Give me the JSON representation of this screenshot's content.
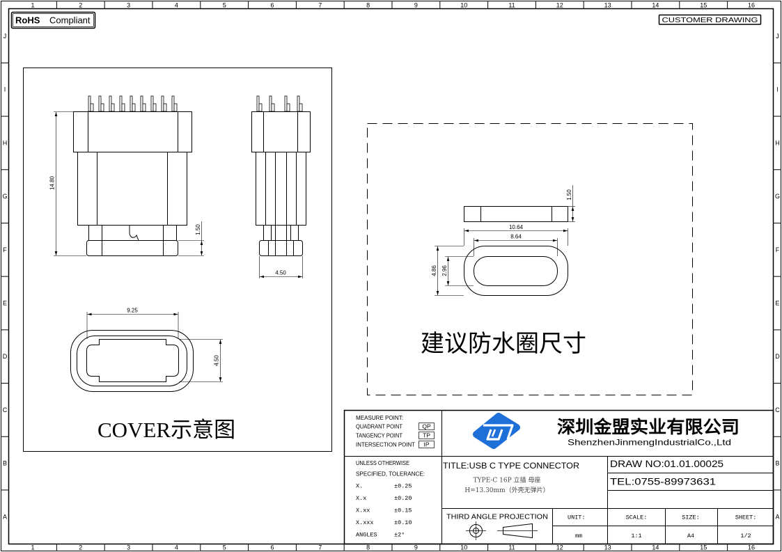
{
  "frame": {
    "columns": [
      "1",
      "2",
      "3",
      "4",
      "5",
      "6",
      "7",
      "8",
      "9",
      "10",
      "11",
      "12",
      "13",
      "14",
      "15",
      "16"
    ],
    "rows": [
      "J",
      "I",
      "H",
      "G",
      "F",
      "E",
      "D",
      "C",
      "B",
      "A"
    ]
  },
  "header": {
    "rohs": "RoHS",
    "compliant": "Compliant",
    "customer_drawing": "CUSTOMER DRAWING"
  },
  "cover_view": {
    "dim_height": "14.80",
    "dim_base": "1.50",
    "dim_side_width": "4.50",
    "dim_cover_length": "9.25",
    "dim_cover_width": "4.50",
    "caption": "COVER示意图"
  },
  "gasket_view": {
    "dim_thickness": "1.50",
    "dim_outer_length": "10.64",
    "dim_inner_length": "8.64",
    "dim_outer_width": "4.86",
    "dim_inner_width": "2.96",
    "caption": "建议防水圈尺寸"
  },
  "title_block": {
    "measure_point": {
      "heading": "MEASURE POINT:",
      "items": [
        {
          "label": "QUADRANT POINT",
          "code": "QP"
        },
        {
          "label": "TANGENCY POINT",
          "code": "TP"
        },
        {
          "label": "INTERSECTION POINT",
          "code": "IP"
        }
      ]
    },
    "company": {
      "name_cn": "深圳金盟实业有限公司",
      "name_en": "ShenzhenJinmengIndustrialCo.,Ltd",
      "logo_icon": "company-logo-icon"
    },
    "tolerance": {
      "line1": "UNLESS OTHERWISE",
      "line2": "SPECIFIED, TOLERANCE:",
      "rows": [
        {
          "label": "X.",
          "value": "±0.25"
        },
        {
          "label": "X.x",
          "value": "±0.20"
        },
        {
          "label": "X.xx",
          "value": "±0.15"
        },
        {
          "label": "X.xxx",
          "value": "±0.10"
        },
        {
          "label": "ANGLES",
          "value": "±2°"
        }
      ]
    },
    "title": "TITLE:USB C TYPE CONNECTOR",
    "description": [
      "TYPE-C 16P 立插 母座",
      "H=13.30mm（外壳无弹片）"
    ],
    "draw_no": "DRAW NO:01.01.00025",
    "tel": "TEL:0755-89973631",
    "projection": "THIRD ANGLE PROJECTION",
    "unit": {
      "label": "UNIT:",
      "value": "mm"
    },
    "scale": {
      "label": "SCALE:",
      "value": "1:1"
    },
    "size": {
      "label": "SIZE:",
      "value": "A4"
    },
    "sheet": {
      "label": "SHEET:",
      "value": "1/2"
    }
  },
  "colors": {
    "ink": "#000000",
    "logo": "#1f6fd8"
  }
}
